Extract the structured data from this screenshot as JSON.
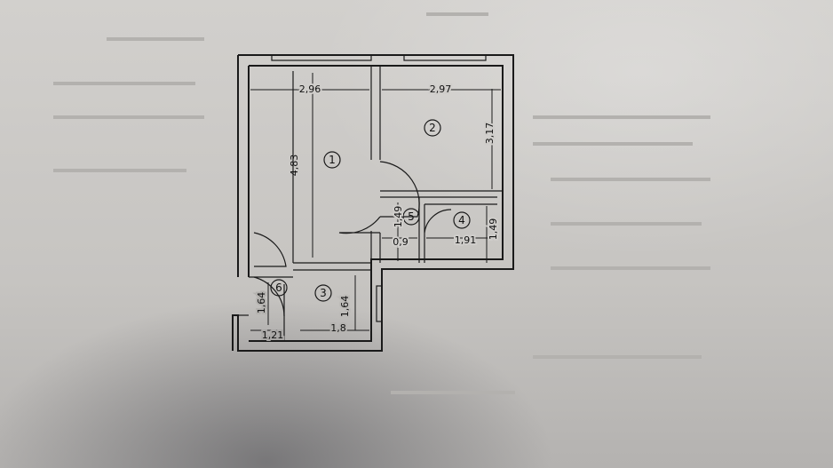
{
  "rooms": [
    {
      "number": "1"
    },
    {
      "number": "2"
    },
    {
      "number": "3"
    },
    {
      "number": "4"
    },
    {
      "number": "5"
    },
    {
      "number": "6"
    }
  ],
  "dimensions": {
    "room1_width": "2,96",
    "room1_length": "4,83",
    "room2_width": "2,97",
    "room2_length": "3,17",
    "room5_length": "1,49",
    "room5_width": "0,9",
    "room4_width": "1,91",
    "room4_length": "1,49",
    "room6_length": "1,64",
    "room6_width": "1,21",
    "room3_length": "1,64",
    "room3_width": "1,8"
  }
}
